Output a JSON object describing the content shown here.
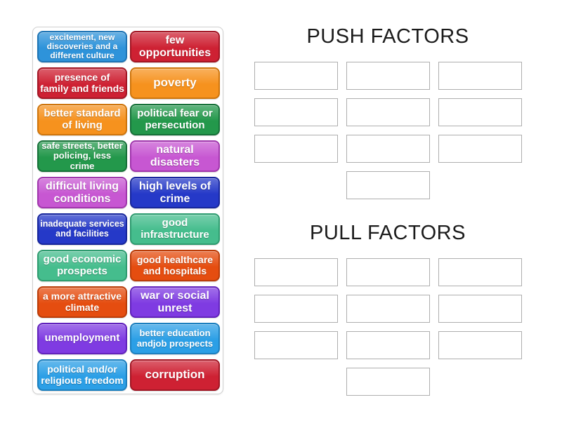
{
  "page": {
    "background": "#ffffff",
    "text_color": "#1b1b1b"
  },
  "groups": [
    {
      "title": "PUSH FACTORS",
      "slot_count": 10
    },
    {
      "title": "PULL FACTORS",
      "slot_count": 10
    }
  ],
  "palette": {
    "blue": {
      "bg": "#2E93DA",
      "border": "#1E74B4"
    },
    "crimson": {
      "bg": "#CE2133",
      "border": "#A21624"
    },
    "orange": {
      "bg": "#F6921E",
      "border": "#CE750C"
    },
    "green": {
      "bg": "#23984B",
      "border": "#167038"
    },
    "orchid": {
      "bg": "#C757D2",
      "border": "#A036AC"
    },
    "royalblue": {
      "bg": "#2539C8",
      "border": "#17269C"
    },
    "seagreen": {
      "bg": "#45BD8D",
      "border": "#2E9B6F"
    },
    "orangered": {
      "bg": "#E54D10",
      "border": "#BA3C08"
    },
    "purple": {
      "bg": "#7F3BE2",
      "border": "#6122BC"
    },
    "lightblue": {
      "bg": "#2B9FE6",
      "border": "#1C7FBE"
    }
  },
  "word_bank": {
    "tiles": [
      {
        "label": "excitement, new discoveries and a different culture",
        "color": "blue",
        "size": 12
      },
      {
        "label": "few opportunities",
        "color": "crimson",
        "size": 16
      },
      {
        "label": "presence of family and friends",
        "color": "crimson",
        "size": 14
      },
      {
        "label": "poverty",
        "color": "orange",
        "size": 17
      },
      {
        "label": "better standard of living",
        "color": "orange",
        "size": 15
      },
      {
        "label": "political fear or persecution",
        "color": "green",
        "size": 15
      },
      {
        "label": "safe streets, better policing, less crime",
        "color": "green",
        "size": 13
      },
      {
        "label": "natural disasters",
        "color": "orchid",
        "size": 16
      },
      {
        "label": "difficult living conditions",
        "color": "orchid",
        "size": 16
      },
      {
        "label": "high levels of crime",
        "color": "royalblue",
        "size": 16
      },
      {
        "label": "inadequate services and facilities",
        "color": "royalblue",
        "size": 12.5
      },
      {
        "label": "good infrastructure",
        "color": "seagreen",
        "size": 15
      },
      {
        "label": "good economic prospects",
        "color": "seagreen",
        "size": 15
      },
      {
        "label": "good healthcare and hospitals",
        "color": "orangered",
        "size": 14
      },
      {
        "label": "a more attractive climate",
        "color": "orangered",
        "size": 14
      },
      {
        "label": "war or social unrest",
        "color": "purple",
        "size": 16
      },
      {
        "label": "unemployment",
        "color": "purple",
        "size": 15
      },
      {
        "label": "better education andjob prospects",
        "color": "lightblue",
        "size": 13
      },
      {
        "label": "political and/or religious freedom",
        "color": "lightblue",
        "size": 14
      },
      {
        "label": "corruption",
        "color": "crimson",
        "size": 17
      }
    ]
  }
}
